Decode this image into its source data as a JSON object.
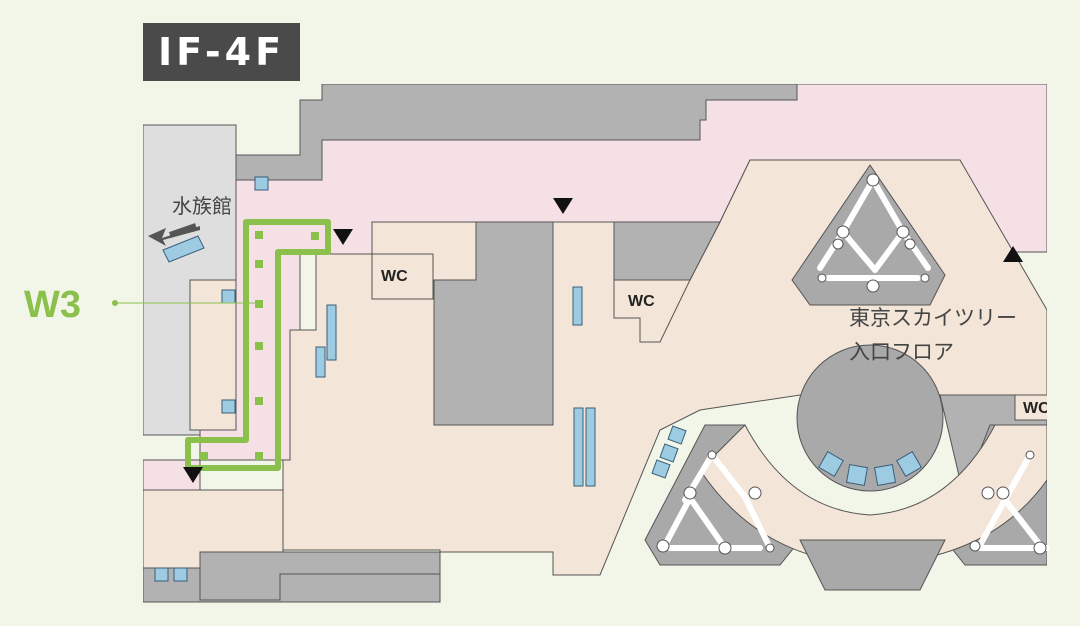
{
  "floor": {
    "label": "IF-4F"
  },
  "route": {
    "label": "W3",
    "color": "#8cc04d"
  },
  "places": {
    "aquarium": "水族館",
    "skytree_line1": "東京スカイツリー",
    "skytree_line2": "入口フロア"
  },
  "restrooms": {
    "wc1": "WC",
    "wc2": "WC",
    "wc3": "WC"
  },
  "colors": {
    "background": "#f2f6e9",
    "walkway": "#f5e0e6",
    "area": "#f3e5d8",
    "wall": "#b2b2b2",
    "outline": "#555555",
    "escalator": "#9dcbe2",
    "route": "#8cc04d"
  },
  "icons": [
    "entrance-arrow-icon",
    "escalator-icon",
    "elevator-icon",
    "stairs-icon",
    "arrow-left-icon"
  ]
}
